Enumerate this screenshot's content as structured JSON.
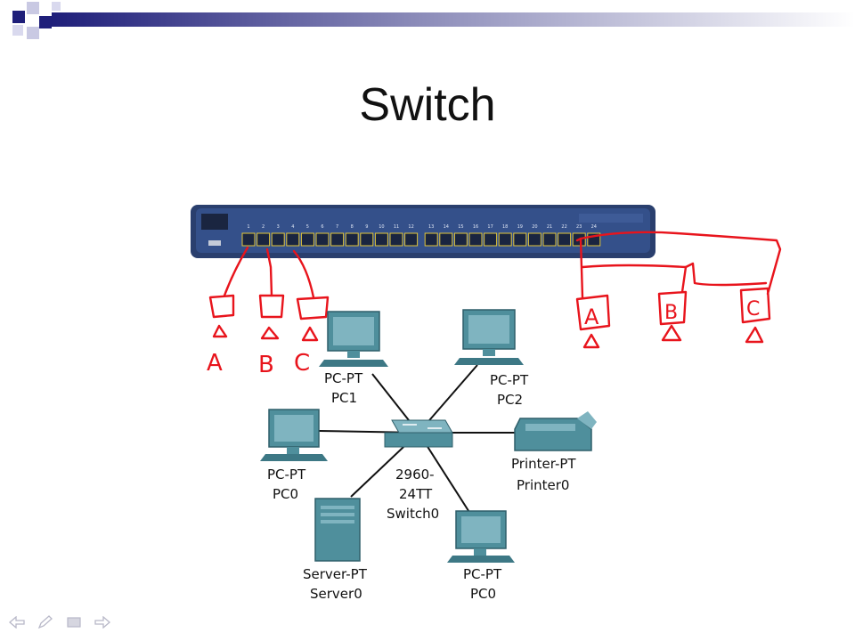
{
  "slide": {
    "title": "Switch"
  },
  "hardware": {
    "switch_panel": {
      "port_numbers": [
        "1",
        "2",
        "3",
        "4",
        "5",
        "6",
        "7",
        "8",
        "9",
        "10",
        "11",
        "12",
        "13",
        "14",
        "15",
        "16",
        "17",
        "18",
        "19",
        "20",
        "21",
        "22",
        "23",
        "24"
      ]
    }
  },
  "annotations": {
    "left_group": [
      "A",
      "B",
      "C"
    ],
    "right_group": [
      "A",
      "B",
      "C"
    ]
  },
  "topology": {
    "switch": {
      "model": "2960-",
      "model2": "24TT",
      "name": "Switch0"
    },
    "devices": [
      {
        "id": "pc1",
        "type": "PC-PT",
        "name": "PC1"
      },
      {
        "id": "pc2",
        "type": "PC-PT",
        "name": "PC2"
      },
      {
        "id": "pc0_left",
        "type": "PC-PT",
        "name": "PC0"
      },
      {
        "id": "printer",
        "type": "Printer-PT",
        "name": "Printer0"
      },
      {
        "id": "server",
        "type": "Server-PT",
        "name": "Server0"
      },
      {
        "id": "pc0_bottom",
        "type": "PC-PT",
        "name": "PC0"
      }
    ]
  },
  "colors": {
    "accent_navy": "#1f1f7a",
    "annotation_red": "#e8141c",
    "device_teal": "#4f8f9c"
  },
  "nav": {
    "icons": [
      "arrow-left-icon",
      "pen-icon",
      "screen-icon",
      "arrow-right-icon"
    ]
  }
}
